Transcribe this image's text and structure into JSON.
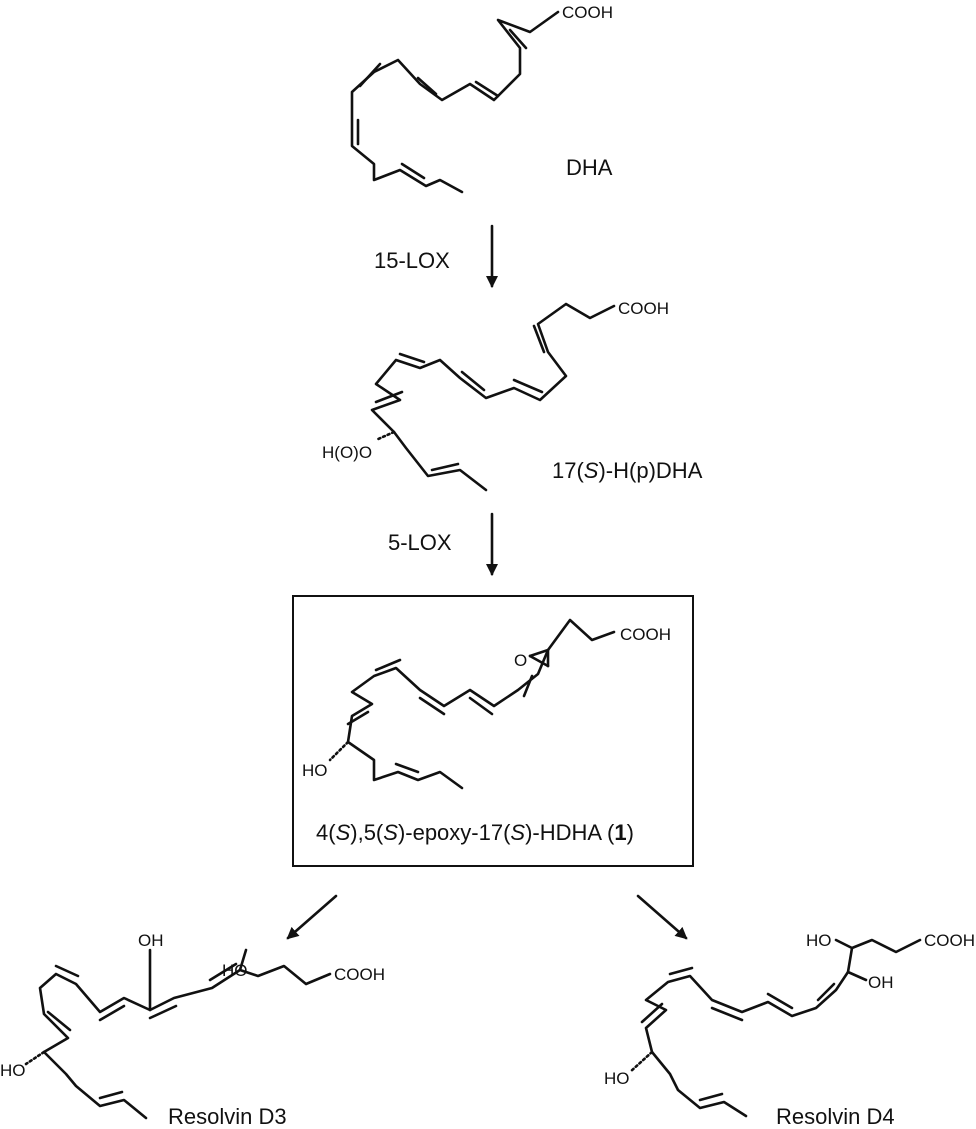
{
  "compounds": {
    "dha": {
      "name": "DHA",
      "acid_group": "COOH"
    },
    "hpdha": {
      "name": "17(S)-H(p)DHA",
      "name_pre": "17(",
      "name_it": "S",
      "name_post": ")-H(p)DHA",
      "acid_group": "COOH",
      "substituent": "H(O)O"
    },
    "epoxy": {
      "name": "4(S),5(S)-epoxy-17(S)-HDHA (1)",
      "name_parts": [
        "4(",
        "S",
        "),5(",
        "S",
        ")-epoxy-17(",
        "S",
        ")-HDHA (",
        "1",
        ")"
      ],
      "acid_group": "COOH",
      "epoxide_atom": "O",
      "substituent": "HO"
    },
    "rvd3": {
      "name": "Resolvin D3",
      "acid_group": "COOH",
      "oh_labels": [
        "OH",
        "HO",
        "HO"
      ]
    },
    "rvd4": {
      "name": "Resolvin D4",
      "acid_group": "COOH",
      "oh_labels": [
        "HO",
        "OH",
        "HO"
      ]
    }
  },
  "steps": [
    {
      "enzyme": "15-LOX"
    },
    {
      "enzyme": "5-LOX"
    }
  ],
  "colors": {
    "ink": "#111111",
    "background": "#ffffff"
  }
}
